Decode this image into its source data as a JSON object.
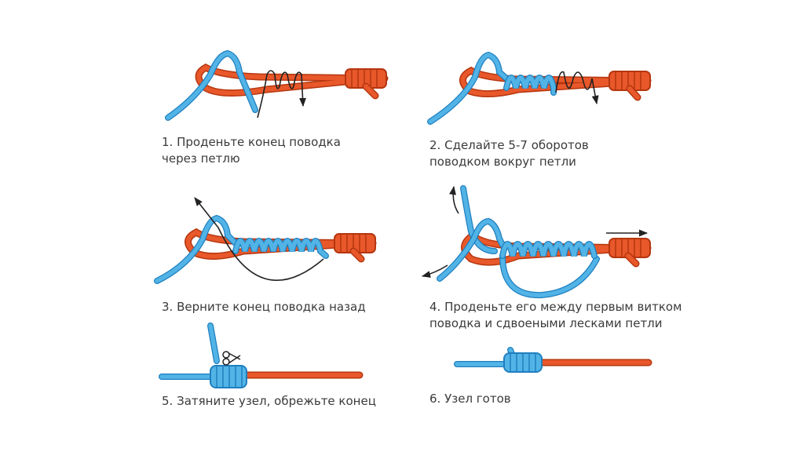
{
  "steps": [
    {
      "number": "1.",
      "lines": [
        "Проденьте конец поводка",
        "через петлю"
      ]
    },
    {
      "number": "2.",
      "lines": [
        "Сделайте 5-7 оборотов",
        "поводком вокруг петли"
      ]
    },
    {
      "number": "3.",
      "lines": [
        "Верните конец поводка назад"
      ]
    },
    {
      "number": "4.",
      "lines": [
        "Проденьте его между первым витком",
        "поводка и сдвоеными лесками петли"
      ]
    },
    {
      "number": "5.",
      "lines": [
        "Затяните узел, обрежьте конец"
      ]
    },
    {
      "number": "6.",
      "lines": [
        "Узел готов"
      ]
    }
  ],
  "colors": {
    "main_line": "#e8582a",
    "main_line_stroke": "#b5360f",
    "leader": "#52b4e6",
    "leader_stroke": "#1f7fbf",
    "arrow": "#222222",
    "text": "#3a3a3a"
  },
  "icons": [
    "scissors-icon"
  ]
}
